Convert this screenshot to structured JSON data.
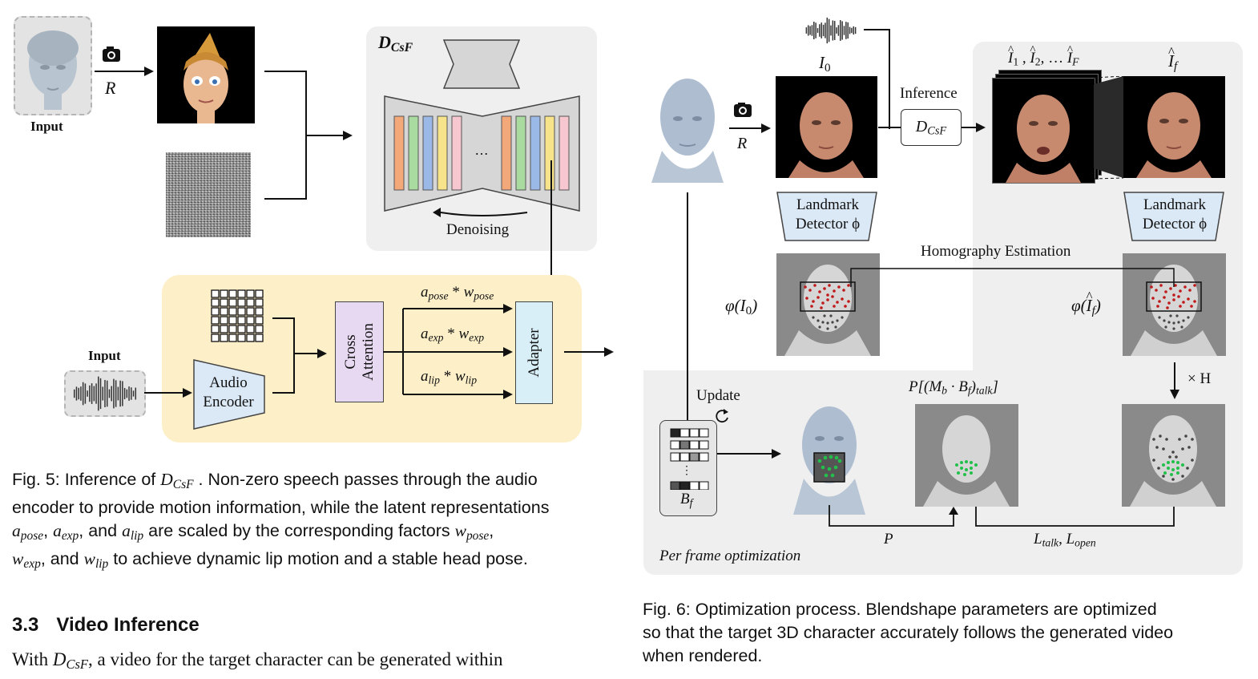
{
  "fig5": {
    "input_top_label": "Input",
    "camera_R": "R",
    "dcsf_title_main": "D",
    "dcsf_title_sub": "CsF",
    "ellipsis": "…",
    "denoising": "Denoising",
    "input_audio_label": "Input",
    "audio_encoder": "Audio Encoder",
    "cross_attention": "Cross Attention",
    "adapter": "Adapter",
    "a_pose_main": "a",
    "a_pose_sub": "pose",
    "w_pose_main": "w",
    "w_pose_sub": "pose",
    "a_exp_main": "a",
    "a_exp_sub": "exp",
    "w_exp_main": "w",
    "w_exp_sub": "exp",
    "a_lip_main": "a",
    "a_lip_sub": "lip",
    "w_lip_main": "w",
    "w_lip_sub": "lip",
    "mult": "*",
    "unet_colors": [
      "#f3a87a",
      "#a9dba0",
      "#9ab9e6",
      "#f6e38a",
      "#f6c7cf"
    ],
    "caption_l1_a": "Fig. 5: Inference of ",
    "caption_l1_m": "D",
    "caption_l1_s": "CsF",
    "caption_l1_b": " . Non-zero speech passes through the audio",
    "caption_l2": "encoder to provide motion information, while the latent representations",
    "caption_l3_a1": "a",
    "caption_l3_a1s": "pose",
    "caption_l3_t1": ", ",
    "caption_l3_a2": "a",
    "caption_l3_a2s": "exp",
    "caption_l3_t2": ", and ",
    "caption_l3_a3": "a",
    "caption_l3_a3s": "lip",
    "caption_l3_t3": " are scaled by the corresponding factors ",
    "caption_l3_w1": "w",
    "caption_l3_w1s": "pose",
    "caption_l3_t4": ",",
    "caption_l4_w2": "w",
    "caption_l4_w2s": "exp",
    "caption_l4_t1": ", and ",
    "caption_l4_w3": "w",
    "caption_l4_w3s": "lip",
    "caption_l4_t2": " to achieve dynamic lip motion and a stable head pose."
  },
  "section": {
    "number": "3.3",
    "title": "Video Inference",
    "body_a": "With ",
    "body_m": "D",
    "body_s": "CsF",
    "body_b": ", a video for the target character can be generated within"
  },
  "fig6": {
    "I0_main": "I",
    "I0_sub": "0",
    "camera_R": "R",
    "inference": "Inference",
    "dcsf_main": "D",
    "dcsf_sub": "CsF",
    "frames_label": "Î₁ , Î₂, … Î_F",
    "frames_I1": "I",
    "frames_s1": "1",
    "frames_I2": "I",
    "frames_s2": "2",
    "frames_dots": "…",
    "frames_IF": "I",
    "frames_sF": "F",
    "If_main": "I",
    "If_sub": "f",
    "landmark_left_l1": "Landmark",
    "landmark_left_l2": "Detector ϕ",
    "landmark_right_l1": "Landmark",
    "landmark_right_l2": "Detector ϕ",
    "homography": "Homography Estimation",
    "phi_I0_a": "φ(",
    "phi_I0_I": "I",
    "phi_I0_s": "0",
    "phi_I0_b": ")",
    "phi_If_a": "φ(",
    "phi_If_I": "I",
    "phi_If_s": "f",
    "phi_If_b": ")",
    "times_H": "× H",
    "update": "Update",
    "Bf_main": "B",
    "Bf_sub": "f",
    "P_talk": "P[(M",
    "P_talk_b": "b",
    "P_talk_c": " · B",
    "P_talk_f": "f",
    "P_talk_d": ")",
    "P_talk_t": "talk",
    "P_talk_e": "]",
    "P_label": "P",
    "L_talk_main": "L",
    "L_talk_sub": "talk",
    "L_comma": ", ",
    "L_open_main": "L",
    "L_open_sub": "open",
    "per_frame": "Per frame optimization",
    "caption_l1": "Fig. 6: Optimization process.  Blendshape parameters are optimized",
    "caption_l2": "so that the target 3D character accurately follows the generated video",
    "caption_l3": "when rendered."
  }
}
